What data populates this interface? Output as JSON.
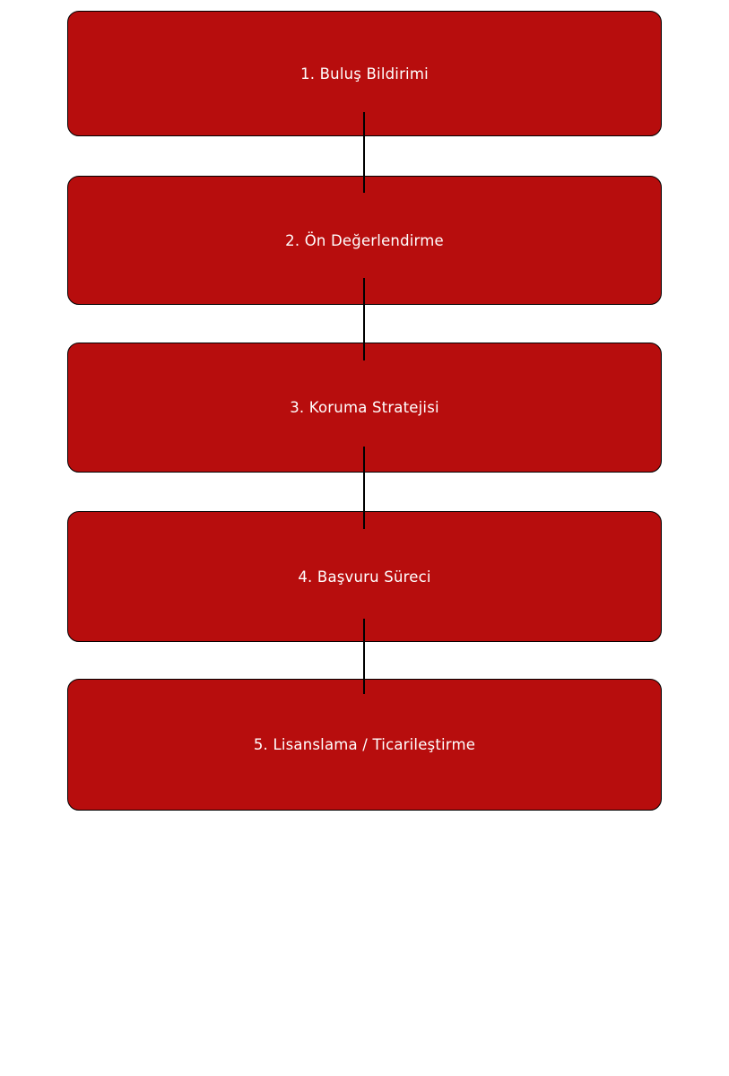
{
  "diagram": {
    "type": "flowchart",
    "direction": "top-down",
    "steps": [
      {
        "label": "1. Buluş Bildirimi"
      },
      {
        "label": "2. Ön Değerlendirme"
      },
      {
        "label": "3. Koruma Stratejisi"
      },
      {
        "label": "4. Başvuru Süreci"
      },
      {
        "label": "5. Lisanslama / Ticarileştirme"
      }
    ],
    "connector_count": 4
  },
  "colors": {
    "node-fill": "#b70d0d",
    "node-border": "#000000",
    "node-text": "#ffffff",
    "connector": "#000000",
    "background": "#ffffff"
  }
}
